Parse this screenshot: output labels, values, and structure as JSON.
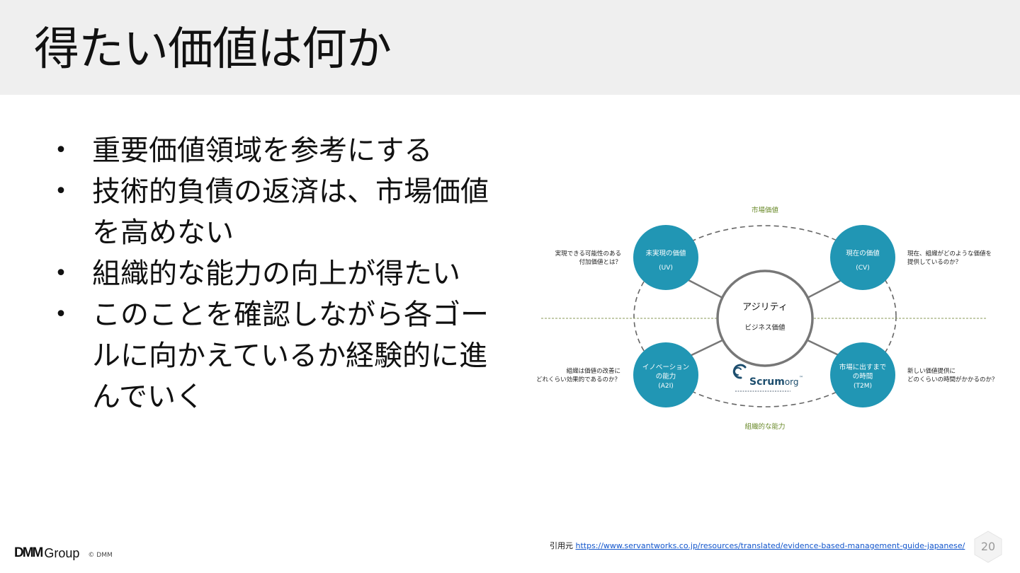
{
  "slide": {
    "title": "得たい価値は何か",
    "bullets": [
      "重要価値領域を参考にする",
      "技術的負債の返済は、市場価値を高めない",
      "組織的な能力の向上が得たい",
      "このことを確認しながら各ゴールに向かえているか経験的に進んでいく"
    ],
    "bullet_symbol": "•"
  },
  "diagram": {
    "top_label": "市場価値",
    "bottom_label": "組織的な能力",
    "center": {
      "title": "アジリティ",
      "subtitle": "ビジネス価値"
    },
    "nodes": {
      "uv": {
        "line1": "未実現の価値",
        "line2": "(UV)",
        "question_line1": "実現できる可能性のある",
        "question_line2": "付加価値とは？"
      },
      "cv": {
        "line1": "現在の価値",
        "line2": "(CV)",
        "question_line1": "現在、組織がどのような価値を",
        "question_line2": "提供しているのか？"
      },
      "a2i": {
        "line1": "イノベーション",
        "line2": "の能力",
        "line3": "(A2I)",
        "question_line1": "組織は価値の改善に",
        "question_line2": "どれくらい効果的であるのか？"
      },
      "t2m": {
        "line1": "市場に出すまで",
        "line2": "の時間",
        "line3": "(T2M)",
        "question_line1": "新しい価値提供に",
        "question_line2": "どのくらいの時間がかかるのか？"
      }
    },
    "scrum_logo": {
      "brand": "Scrum",
      "suffix": ".org",
      "trademark": "™",
      "icon": "scrum-swirl-icon"
    },
    "colors": {
      "node_fill": "#2196b4",
      "center_stroke": "#777777",
      "label_green": "#6a8a2a",
      "divider": "#8a9a5a",
      "ellipse": "#666666"
    }
  },
  "citation": {
    "prefix": "引用元",
    "url_text": "https://www.servantworks.co.jp/resources/translated/evidence-based-management-guide-japanese/"
  },
  "footer": {
    "logo_mark": "DMM",
    "logo_group": "Group",
    "copyright": "© DMM",
    "page_number": "20"
  }
}
